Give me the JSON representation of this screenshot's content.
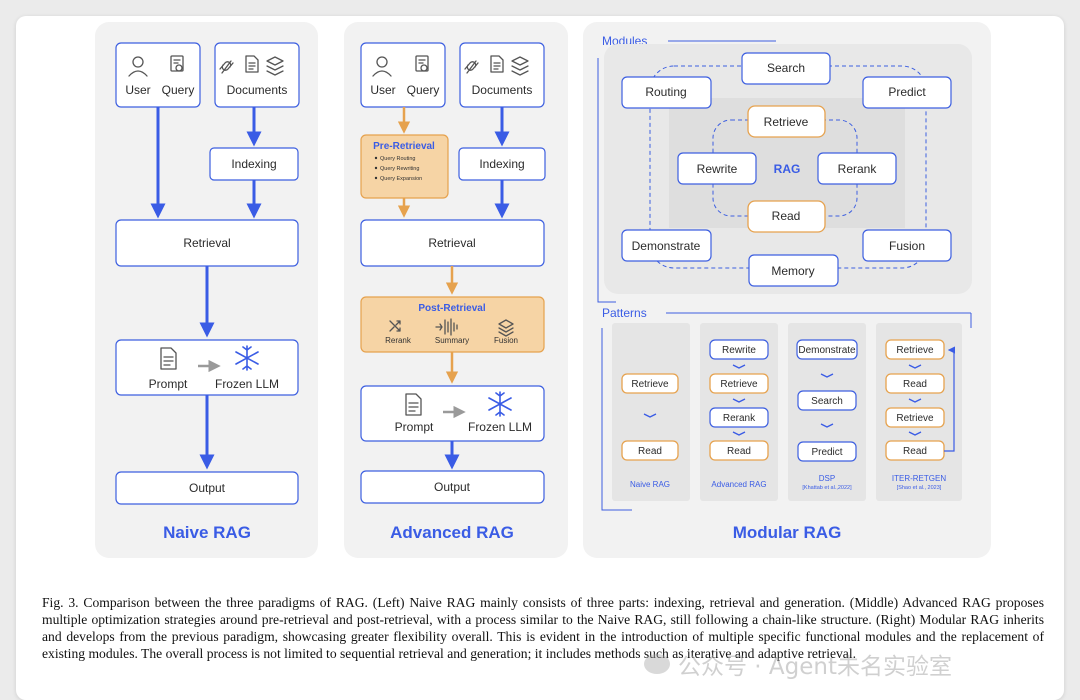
{
  "naive": {
    "user": "User",
    "query": "Query",
    "documents": "Documents",
    "indexing": "Indexing",
    "retrieval": "Retrieval",
    "prompt": "Prompt",
    "frozen_llm": "Frozen LLM",
    "output": "Output",
    "title": "Naive RAG"
  },
  "advanced": {
    "user": "User",
    "query": "Query",
    "documents": "Documents",
    "pre_retrieval": {
      "title": "Pre-Retrieval",
      "items": [
        "Query Routing",
        "Query Rewriting",
        "Query Expansion"
      ]
    },
    "indexing": "Indexing",
    "retrieval": "Retrieval",
    "post_retrieval": {
      "title": "Post-Retrieval",
      "rerank": "Rerank",
      "summary": "Summary",
      "fusion": "Fusion"
    },
    "prompt": "Prompt",
    "frozen_llm": "Frozen LLM",
    "output": "Output",
    "title": "Advanced RAG"
  },
  "modular": {
    "modules_label": "Modules",
    "modules": {
      "search": "Search",
      "routing": "Routing",
      "predict": "Predict",
      "retrieve": "Retrieve",
      "rewrite": "Rewrite",
      "rag": "RAG",
      "rerank": "Rerank",
      "read": "Read",
      "demonstrate": "Demonstrate",
      "fusion": "Fusion",
      "memory": "Memory"
    },
    "patterns_label": "Patterns",
    "patterns": {
      "naive": {
        "nodes": [
          "Retrieve",
          "Read"
        ],
        "name": "Naive RAG"
      },
      "advanced": {
        "nodes": [
          "Rewrite",
          "Retrieve",
          "Rerank",
          "Read"
        ],
        "name": "Advanced RAG"
      },
      "dsp": {
        "nodes": [
          "Demonstrate",
          "Search",
          "Predict"
        ],
        "name": "DSP",
        "cite": "[Khattab et al.,2022]"
      },
      "iter": {
        "nodes": [
          "Retrieve",
          "Read",
          "Retrieve",
          "Read"
        ],
        "name": "ITER-RETGEN",
        "cite": "[Shao et al., 2023]"
      }
    },
    "title": "Modular RAG"
  },
  "caption": "Fig. 3.  Comparison between the three paradigms of RAG. (Left) Naive RAG mainly consists of three parts: indexing, retrieval and generation. (Middle) Advanced RAG proposes multiple optimization strategies around pre-retrieval and post-retrieval, with a process similar to the Naive RAG, still following a chain-like structure. (Right) Modular RAG inherits and develops from the previous paradigm, showcasing greater flexibility overall. This is evident in the introduction of multiple specific functional modules and the replacement of existing modules. The overall process is not limited to sequential retrieval and generation; it includes methods such as iterative and adaptive retrieval.",
  "watermark": "公众号 · Agent未名实验室",
  "colors": {
    "blue": "#3a5ce5",
    "orange": "#e6a24e",
    "orange_fill": "#f6d4a5",
    "panel": "#f2f2f2",
    "box_border": "#3d5fe0",
    "text": "#2b2b2b"
  },
  "icons": [
    "user-icon",
    "query-icon",
    "link-icon",
    "document-icon",
    "layers-icon",
    "prompt-icon",
    "snowflake-icon",
    "rerank-icon",
    "summary-icon",
    "fusion-icon"
  ]
}
